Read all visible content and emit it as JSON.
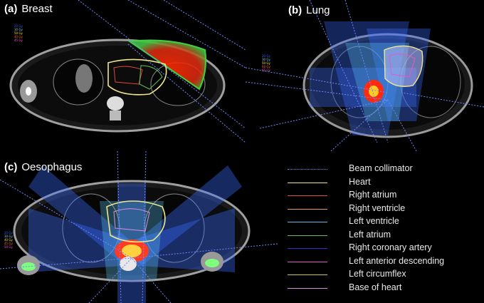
{
  "panels": [
    {
      "letter": "(a)",
      "title": "Breast"
    },
    {
      "letter": "(b)",
      "title": "Lung"
    },
    {
      "letter": "(c)",
      "title": "Oesophagus"
    }
  ],
  "dose_scale_a": [
    "20 Gy",
    "30 Gy",
    "50 Gy",
    "40 Gy",
    "45 Gy"
  ],
  "dose_scale_b": [
    "20 Gy",
    "30 Gy",
    "50 Gy",
    "60 Gy",
    "65 Gy"
  ],
  "dose_scale_c": [
    "20 Gy",
    "30 Gy",
    "40 Gy",
    "45 Gy",
    "50 Gy"
  ],
  "dose_colors": [
    "#3a5cff",
    "#7fd0ff",
    "#ffe14a",
    "#ff6a2a",
    "#ff4fd8"
  ],
  "legend": [
    {
      "label": "Beam collimator",
      "color": "#6f86ff",
      "style": "dotted"
    },
    {
      "label": "Heart",
      "color": "#f0e68c",
      "style": "solid"
    },
    {
      "label": "Right atrium",
      "color": "#e0463c",
      "style": "solid"
    },
    {
      "label": "Right ventricle",
      "color": "#e79a5a",
      "style": "solid"
    },
    {
      "label": "Left ventricle",
      "color": "#6fb6e8",
      "style": "solid"
    },
    {
      "label": "Left atrium",
      "color": "#5fbf5f",
      "style": "solid"
    },
    {
      "label": "Right coronary artery",
      "color": "#2a35d8",
      "style": "solid"
    },
    {
      "label": "Left anterior descending",
      "color": "#e05bc8",
      "style": "solid"
    },
    {
      "label": "Left circumflex",
      "color": "#c8c84a",
      "style": "solid"
    },
    {
      "label": "Base of heart",
      "color": "#d98ee0",
      "style": "solid"
    }
  ]
}
